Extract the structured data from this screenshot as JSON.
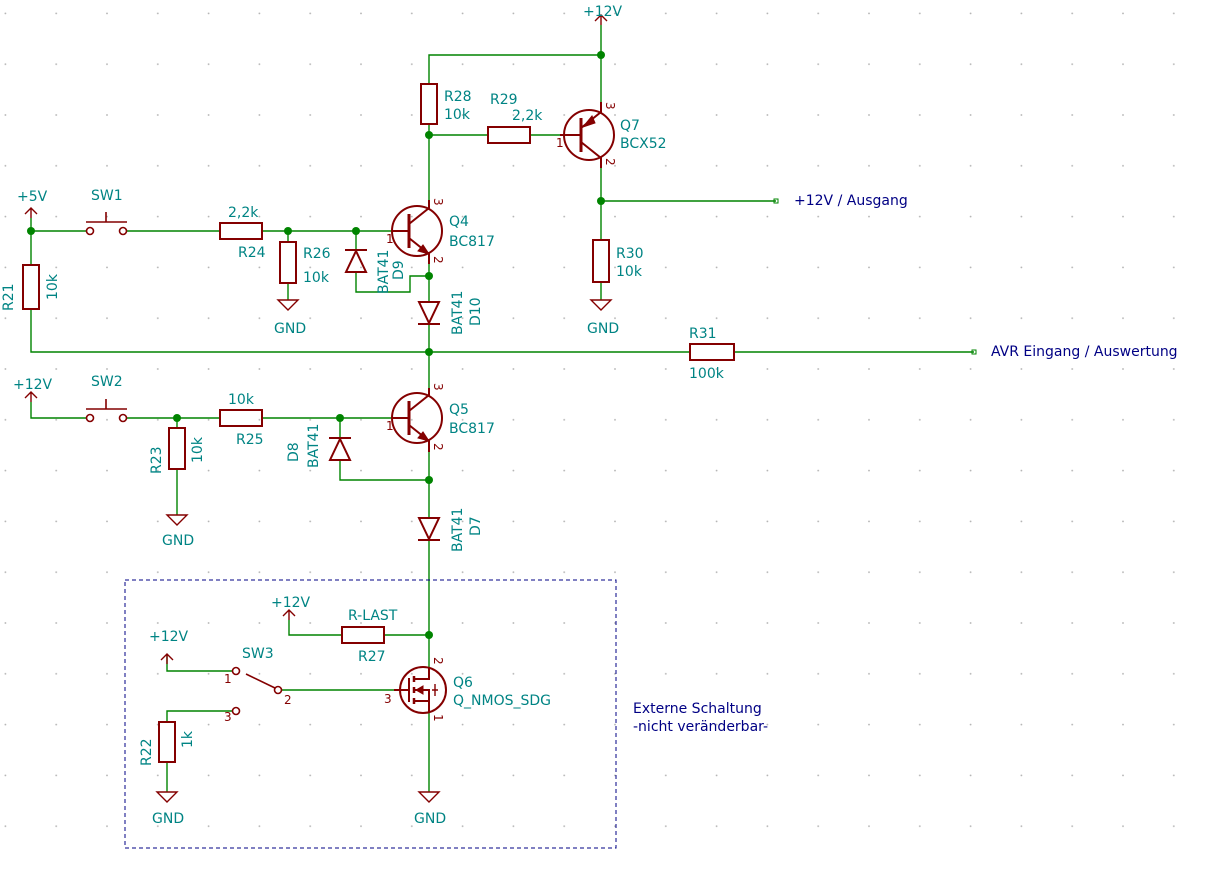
{
  "power": {
    "p12v_top": "+12V",
    "p5v": "+5V",
    "p12v_sw2": "+12V",
    "p12v_rlast": "+12V",
    "p12v_sw3": "+12V",
    "gnd": "GND"
  },
  "components": {
    "sw1": "SW1",
    "sw2": "SW2",
    "sw3": "SW3",
    "r21": {
      "ref": "R21",
      "value": "10k"
    },
    "r22": {
      "ref": "R22",
      "value": "1k"
    },
    "r23": {
      "ref": "R23",
      "value": "10k"
    },
    "r24": {
      "ref": "R24",
      "value": "2,2k"
    },
    "r25": {
      "ref": "R25",
      "value": "10k"
    },
    "r26": {
      "ref": "R26",
      "value": "10k"
    },
    "r27": {
      "ref": "R27",
      "value": "R-LAST"
    },
    "r28": {
      "ref": "R28",
      "value": "10k"
    },
    "r29": {
      "ref": "R29",
      "value": "2,2k"
    },
    "r30": {
      "ref": "R30",
      "value": "10k"
    },
    "r31": {
      "ref": "R31",
      "value": "100k"
    },
    "q4": {
      "ref": "Q4",
      "value": "BC817"
    },
    "q5": {
      "ref": "Q5",
      "value": "BC817"
    },
    "q6": {
      "ref": "Q6",
      "value": "Q_NMOS_SDG"
    },
    "q7": {
      "ref": "Q7",
      "value": "BCX52"
    },
    "d7": {
      "ref": "D7",
      "value": "BAT41"
    },
    "d8": {
      "ref": "D8",
      "value": "BAT41"
    },
    "d9": {
      "ref": "D9",
      "value": "BAT41"
    },
    "d10": {
      "ref": "D10",
      "value": "BAT41"
    }
  },
  "pins": {
    "p1": "1",
    "p2": "2",
    "p3": "3"
  },
  "nets": {
    "out12": "+12V / Ausgang",
    "avr": "AVR Eingang / Auswertung"
  },
  "note": {
    "line1": "Externe Schaltung",
    "line2": "-nicht veränderbar-"
  },
  "colors": {
    "wire": "#008400",
    "symbol": "#840000",
    "reference": "#008484",
    "net_label": "#000084",
    "grid": "#b0b0b0"
  }
}
